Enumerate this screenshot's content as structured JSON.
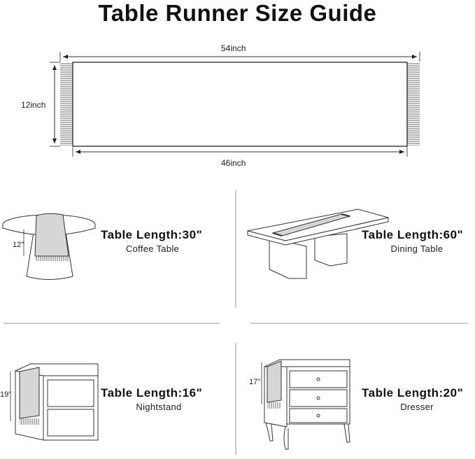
{
  "title": "Table Runner Size Guide",
  "runner": {
    "total_length": "54inch",
    "width": "12inch",
    "body_length": "46inch"
  },
  "tables": [
    {
      "heading": "Table Length:30\"",
      "name": "Coffee Table",
      "drop": "12\""
    },
    {
      "heading": "Table Length:60\"",
      "name": "Dining Table"
    },
    {
      "heading": "Table Length:16\"",
      "name": "Nightstand",
      "drop": "19\""
    },
    {
      "heading": "Table Length:20\"",
      "name": "Dresser",
      "drop": "17\""
    }
  ]
}
